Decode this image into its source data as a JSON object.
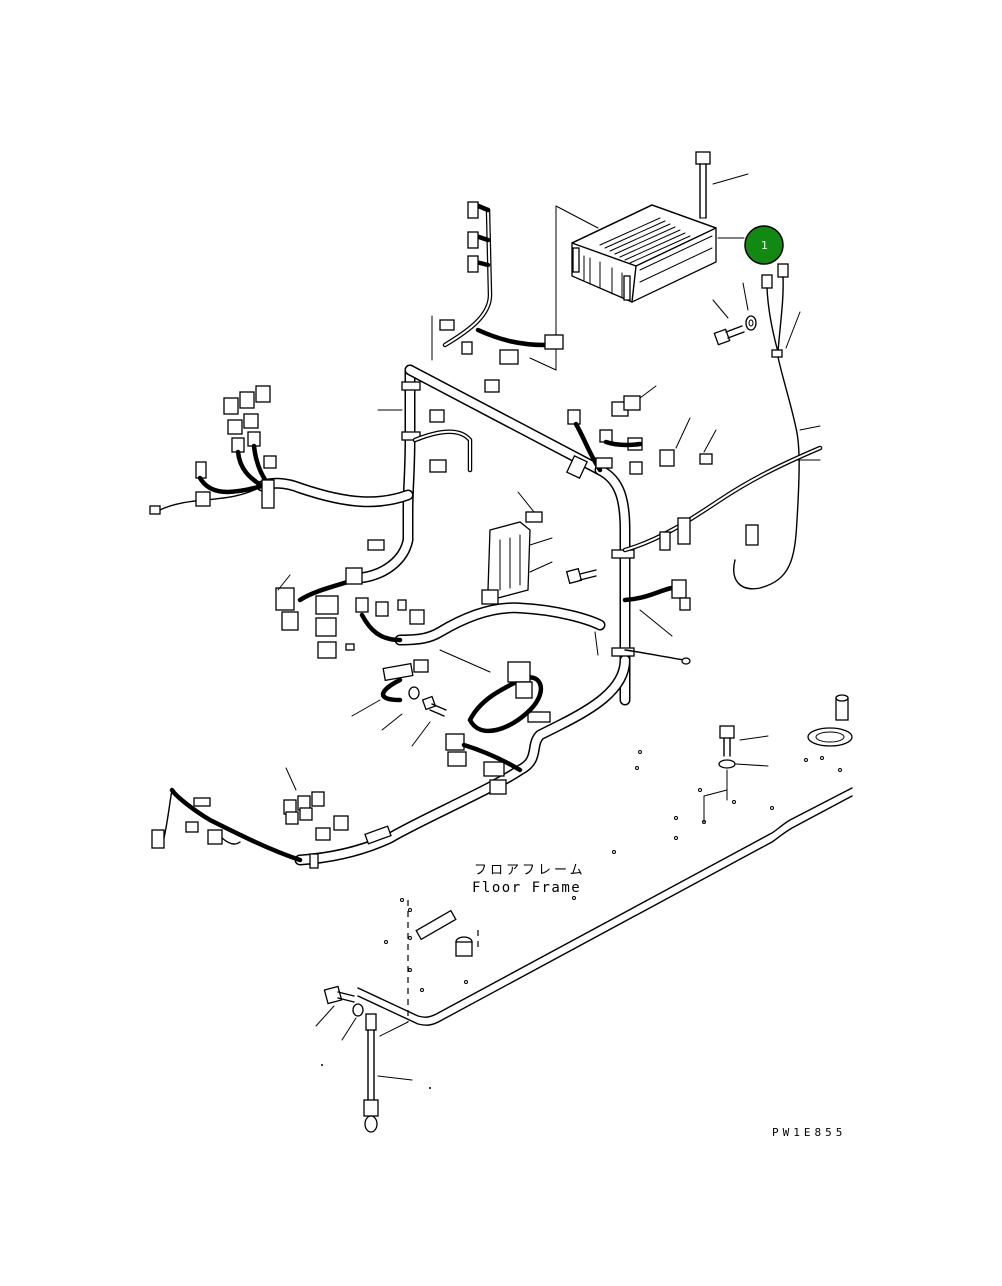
{
  "labels": {
    "floor_frame_jp": "フロアフレーム",
    "floor_frame_en": "Floor Frame",
    "drawing_number": "PW1E855"
  },
  "callouts": [
    {
      "number": "1",
      "color": "#118a12"
    }
  ],
  "colors": {
    "line": "#000000",
    "background": "#ffffff",
    "callout": "#118a12"
  }
}
